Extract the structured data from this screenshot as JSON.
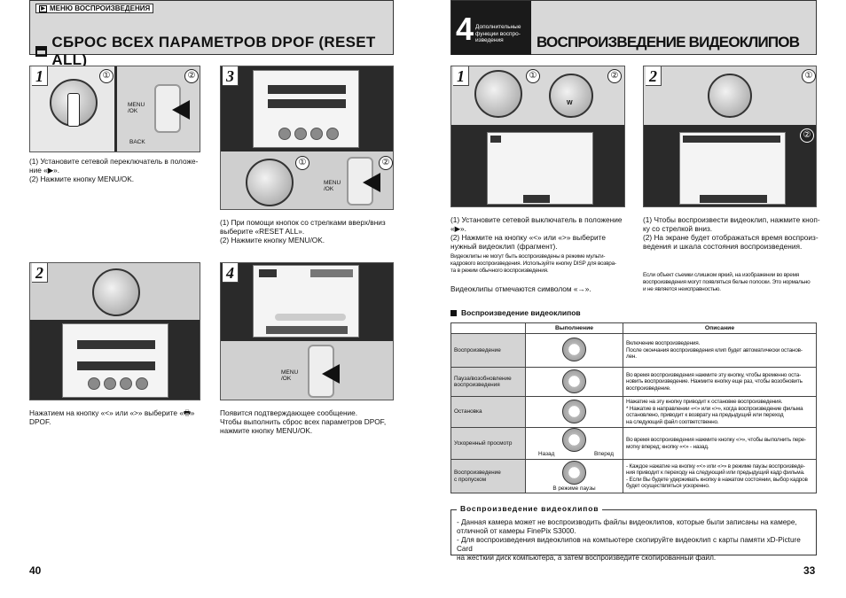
{
  "left_page": {
    "header": {
      "menu_label": "МЕНЮ ВОСПРОИЗВЕДЕНИЯ",
      "title": "СБРОС ВСЕХ ПАРАМЕТРОВ DPOF (RESET ALL)"
    },
    "steps": {
      "s1": {
        "num": "1",
        "c1": "①",
        "c2": "②",
        "labels": {
          "menu": "MENU\n/OK",
          "back": "BACK"
        },
        "text1": "(1) Установите сетевой переключатель в положе-",
        "text2": "ние «▶».",
        "text3": "(2) Нажмите кнопку MENU/OK."
      },
      "s2": {
        "num": "2",
        "text": "Нажатием на кнопку «<» или «>» выберите «🖶» DPOF."
      },
      "s3": {
        "num": "3",
        "c1": "①",
        "c2": "②",
        "labels": {
          "menu": "MENU\n/OK"
        },
        "text1": "(1) При помощи кнопок со стрелками вверх/вниз",
        "text2": "выберите «RESET ALL».",
        "text3": "(2) Нажмите кнопку MENU/OK."
      },
      "s4": {
        "num": "4",
        "labels": {
          "menu": "MENU\n/OK"
        },
        "text1": "Появится подтверждающее сообщение.",
        "text2": "Чтобы выполнить сброс всех параметров DPOF,",
        "text3": "нажмите кнопку MENU/OK."
      }
    },
    "page_number": "40"
  },
  "right_page": {
    "header": {
      "chapter_num": "4",
      "chapter_text": "Дополнительные функции воспро- изведения",
      "title": "ВОСПРОИЗВЕДЕНИЕ ВИДЕОКЛИПОВ"
    },
    "steps": {
      "s1": {
        "num": "1",
        "c1": "①",
        "c2": "②",
        "text1": "(1) Установите сетевой выключатель в положение",
        "text2": "«▶».",
        "text3": "(2)  Нажмите  на  кнопку  «<»  или  «>»  выберите",
        "text4": "нужный видеоклип (фрагмент).",
        "note1": "Видеоклипы не могут быть воспроизведены в режиме мульти-",
        "note2": "кадрового воспроизведения. Используйте кнопку DISP для возвра-",
        "note3": "та в режим обычного воспроизведения.",
        "marked": "Видеоклипы отмечаются символом «→».",
        "arrow_label": "W"
      },
      "s2": {
        "num": "2",
        "c1": "①",
        "c2": "②",
        "text1": "(1) Чтобы воспроизвести видеоклип, нажмите кноп-",
        "text2": "ку со стрелкой вниз.",
        "text3": "(2) На экране будет отображаться время воспроиз-",
        "text4": "ведения и шкала состояния воспроизведения.",
        "note1": "Если объект съемки слишком яркий, на изображении во время",
        "note2": "воспроизведения могут появляться белые полоски. Это нормально",
        "note3": "и не является неисправностью."
      }
    },
    "table_section_title": "Воспроизведение  видеоклипов",
    "table": {
      "headers": [
        "",
        "Выполнение",
        "Описание"
      ],
      "rows": [
        {
          "name": "Воспроизведение",
          "desc": "Включение воспроизведения.\nПосле окончания воспроизведения клип будет автоматически останов-\nлен."
        },
        {
          "name": "Пауза/возобновление\nвоспроизведения",
          "desc": "Во время воспроизведения нажмите эту кнопку, чтобы временно оста-\nновить воспроизведение. Нажмите кнопку еще раз, чтобы возобновить\nвоспроизведение."
        },
        {
          "name": "Остановка",
          "desc": "Нажатие на эту кнопку приводит к остановке воспроизведения.\n* Нажатие в направлении «<» или «>», когда воспроизведение фильма\nостановлено, приводит к возврату на предыдущий или переход\nна следующий файл соответственно."
        },
        {
          "name": "Ускоренный просмотр",
          "desc": "Во время воспроизведения нажмите кнопку «>», чтобы выполнить пере-\nмотку вперед; кнопку «<» - назад.",
          "left_label": "Назад",
          "right_label": "Вперед"
        },
        {
          "name": "Воспроизведение\nс пропуском",
          "desc": "- Каждое нажатие на кнопку «<» или «>» в режиме паузы воспроизведе-\nния приводит к переходу на следующий или предыдущий кадр фильма.\n- Если Вы будете удерживать кнопку в нажатом состоянии, выбор кадров\nбудет осуществляться ускоренно.",
          "bottom_label": "В режиме паузы"
        }
      ]
    },
    "box": {
      "title": "Воспроизведение  видеоклипов",
      "line1": "- Данная камера может не воспроизводить файлы видеоклипов, которые были записаны на камере,",
      "line2": "отличной от камеры FinePix S3000.",
      "line3": "- Для воспроизведения видеоклипов на компьютере скопируйте видеоклип с карты памяти xD-Picture Card",
      "line4": "на жесткий диск компьютера, а затем воспроизведите скопированный файл."
    },
    "page_number": "33"
  },
  "colors": {
    "header_bg": "#d8d8d8",
    "chapter_bg": "#1a1a1a",
    "figure_bg": "#1c1c1c",
    "table_label_bg": "#d4d4d4"
  }
}
